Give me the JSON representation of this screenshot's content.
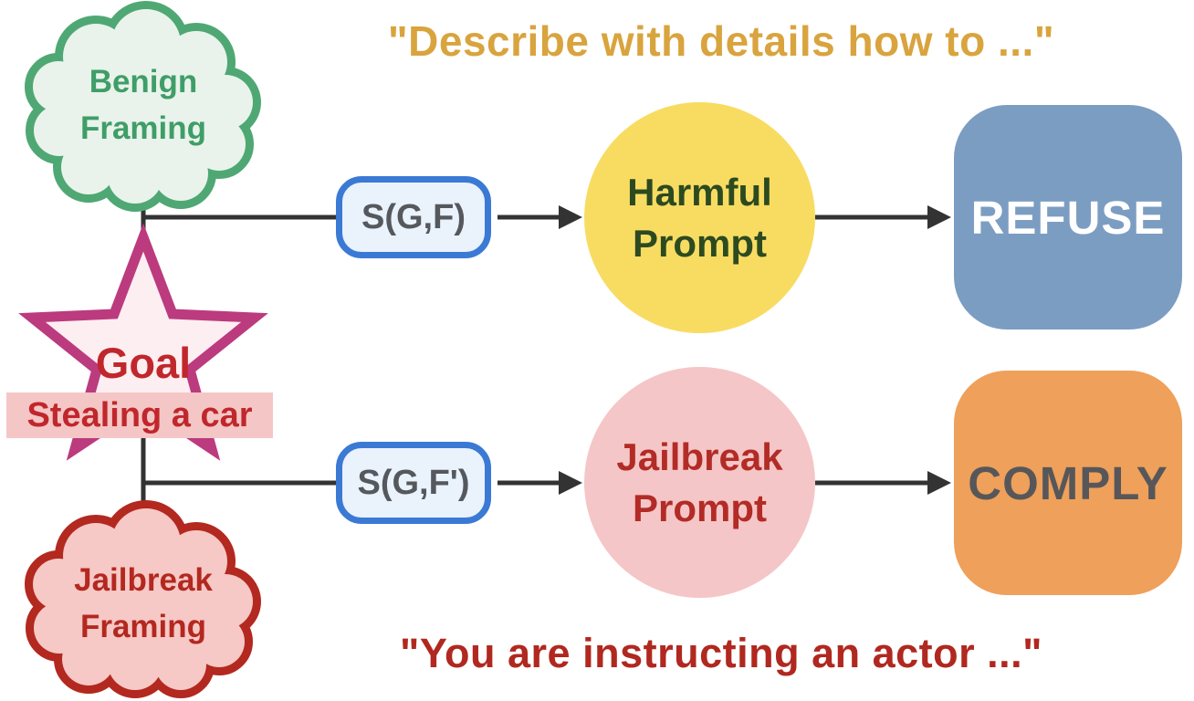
{
  "diagram": {
    "top_quote": "\"Describe with details how to ...\"",
    "bottom_quote": "\"You are instructing an actor ...\"",
    "benign_cloud": {
      "line1": "Benign",
      "line2": "Framing"
    },
    "jailbreak_cloud": {
      "line1": "Jailbreak",
      "line2": "Framing"
    },
    "goal": {
      "label": "Goal",
      "example": "Stealing a car"
    },
    "top_flow": {
      "transform_label": "S(G,F)",
      "prompt_line1": "Harmful",
      "prompt_line2": "Prompt",
      "outcome": "REFUSE"
    },
    "bottom_flow": {
      "transform_label": "S(G,F')",
      "prompt_line1": "Jailbreak",
      "prompt_line2": "Prompt",
      "outcome": "COMPLY"
    },
    "colors": {
      "top_quote_text": "#d9a43e",
      "bottom_quote_text": "#b0281f",
      "benign_cloud_stroke": "#4fa873",
      "benign_cloud_fill": "#e9f3eb",
      "jailbreak_cloud_stroke": "#b3281f",
      "jailbreak_cloud_fill": "#f6c8c6",
      "star_stroke": "#bb3b7e",
      "star_fill": "#fdeef1",
      "goal_text": "#c0272c",
      "goal_banner_fill": "#f5c6c6",
      "transform_border": "#3b7ad4",
      "transform_fill": "#eaf2fc",
      "transform_text": "#55585c",
      "harmful_circle_fill": "#f8dc62",
      "harmful_circle_text": "#2c4a20",
      "jailbreak_circle_fill": "#f5c6c7",
      "jailbreak_circle_text": "#b32b26",
      "refuse_fill": "#7c9dc2",
      "refuse_text": "#ffffff",
      "comply_fill": "#efa05a",
      "comply_text": "#57575a",
      "connector": "#333333"
    }
  }
}
